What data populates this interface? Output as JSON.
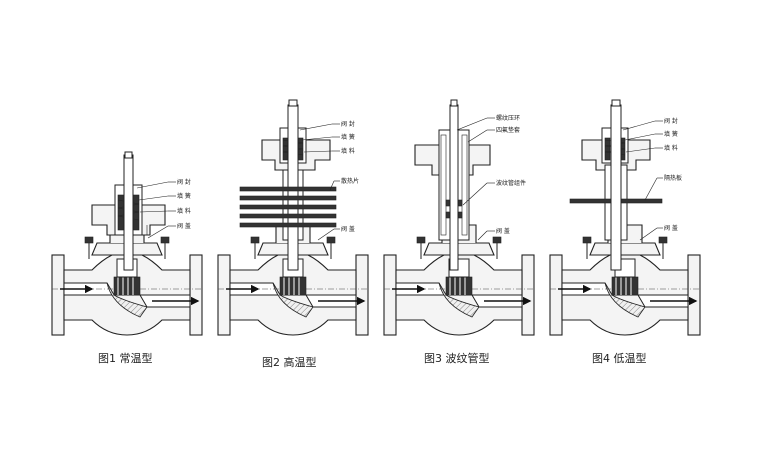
{
  "figures": [
    {
      "id": "fig1",
      "caption": "图1  常温型",
      "labels": [
        "阀 封",
        "填 簧",
        "填 料",
        "阀 盖"
      ]
    },
    {
      "id": "fig2",
      "caption": "图2  高温型",
      "labels": [
        "阀 封",
        "填 簧",
        "填 料",
        "散热片",
        "阀 盖"
      ]
    },
    {
      "id": "fig3",
      "caption": "图3  波纹管型",
      "labels": [
        "螺纹压环",
        "四氟垫套",
        "波纹管组件",
        "阀 盖"
      ]
    },
    {
      "id": "fig4",
      "caption": "图4  低温型",
      "labels": [
        "阀 封",
        "填 簧",
        "填 料",
        "隔热板",
        "阀 盖"
      ]
    }
  ]
}
